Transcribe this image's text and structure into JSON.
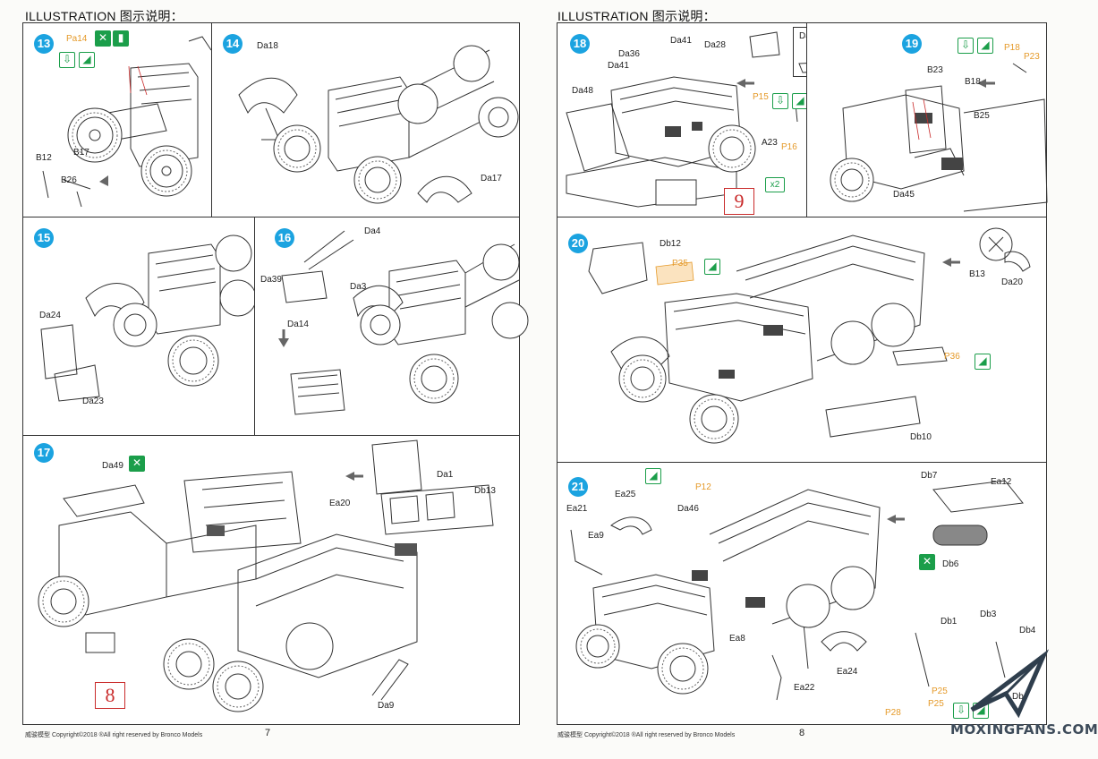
{
  "left_page": {
    "header": "ILLUSTRATION 图示说明：",
    "footer": "威骏模型 Copyright©2018 ®All right reserved by Bronco Models",
    "page_number": "7",
    "step13": {
      "number": "13",
      "pa14": "Pa14",
      "b12": "B12",
      "b17": "B17",
      "b26": "B26"
    },
    "step14": {
      "number": "14",
      "da18": "Da18",
      "da17": "Da17"
    },
    "step15": {
      "number": "15",
      "da24": "Da24",
      "da23": "Da23"
    },
    "step16": {
      "number": "16",
      "da4": "Da4",
      "da39": "Da39",
      "da3": "Da3",
      "da14": "Da14"
    },
    "step17": {
      "number": "17",
      "da49": "Da49",
      "da1": "Da1",
      "db13": "Db13",
      "ea20": "Ea20",
      "da9": "Da9",
      "box": "8"
    }
  },
  "right_page": {
    "header": "ILLUSTRATION 图示说明：",
    "footer": "威骏模型 Copyright©2018 ®All right reserved by Bronco Models",
    "page_number": "8",
    "step18": {
      "number": "18",
      "da41a": "Da41",
      "da36": "Da36",
      "da41b": "Da41",
      "da28": "Da28",
      "da48": "Da48",
      "da48b": "Da48",
      "p15": "P15",
      "a23": "A23",
      "p16": "P16",
      "x2": "x2",
      "box": "9"
    },
    "step19": {
      "number": "19",
      "p18": "P18",
      "p23": "P23",
      "b23": "B23",
      "b18": "B18",
      "b25": "B25",
      "da45": "Da45"
    },
    "step20": {
      "number": "20",
      "db12": "Db12",
      "p35": "P35",
      "b13": "B13",
      "da20": "Da20",
      "p36": "P36",
      "db10": "Db10"
    },
    "step21": {
      "number": "21",
      "ea25": "Ea25",
      "p12": "P12",
      "ea21": "Ea21",
      "da46": "Da46",
      "ea9": "Ea9",
      "db7": "Db7",
      "ea12": "Ea12",
      "db6": "Db6",
      "ea8": "Ea8",
      "ea24": "Ea24",
      "ea22": "Ea22",
      "db1": "Db1",
      "db3": "Db3",
      "db4": "Db4",
      "p25a": "P25",
      "p25b": "P25",
      "p28": "P28",
      "db_partial": "Db"
    }
  },
  "watermark": "MOXINGFANS.COM",
  "icons": {
    "glue": "glue-drop-icon",
    "insert": "insert-down-icon",
    "cement": "cement-tools-icon"
  },
  "colors": {
    "step_badge": "#1ba3e0",
    "icon_green": "#1b9e4a",
    "photoetch_orange": "#e59a2a",
    "box_red": "#c92b2b"
  }
}
